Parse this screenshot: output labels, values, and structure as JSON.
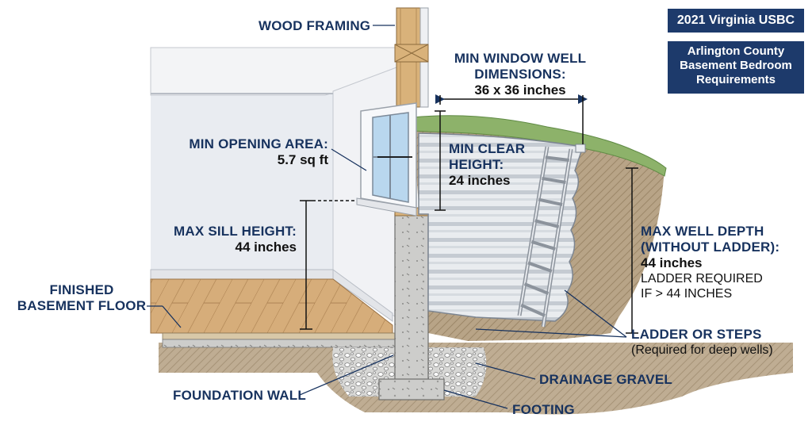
{
  "header": {
    "code_badge": "2021 Virginia USBC",
    "jurisdiction_badge": [
      "Arlington County",
      "Basement Bedroom",
      "Requirements"
    ]
  },
  "labels": {
    "wood_framing": "WOOD FRAMING",
    "window_well": {
      "title_1": "MIN WINDOW WELL",
      "title_2": "DIMENSIONS:",
      "value": "36 x 36 inches"
    },
    "opening_area": {
      "title": "MIN OPENING AREA:",
      "value": "5.7 sq ft"
    },
    "clear_height": {
      "title_1": "MIN CLEAR",
      "title_2": "HEIGHT:",
      "value": "24 inches"
    },
    "sill_height": {
      "title": "MAX SILL HEIGHT:",
      "value": "44 inches"
    },
    "well_depth": {
      "title_1": "MAX WELL DEPTH",
      "title_2": "(WITHOUT LADDER):",
      "value": "44 inches",
      "note_1": "LADDER REQUIRED",
      "note_2": "IF > 44 INCHES"
    },
    "finished_floor": [
      "FINISHED",
      "BASEMENT FLOOR"
    ],
    "ladder": {
      "title": "LADDER OR STEPS",
      "note": "(Required for deep wells)"
    },
    "drainage": "DRAINAGE GRAVEL",
    "foundation_wall": "FOUNDATION WALL",
    "footing": "FOOTING"
  },
  "colors": {
    "label": "#17325e",
    "badge": "#1d3a6b",
    "grass": "#8db26a",
    "soil": "#b9a58a",
    "concrete": "#c9c9c7",
    "wood": "#d9b27a"
  }
}
